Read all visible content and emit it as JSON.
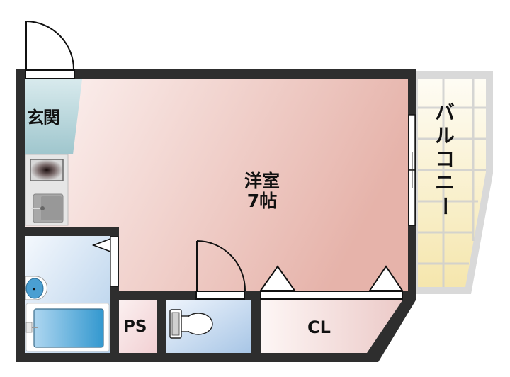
{
  "floorplan": {
    "rooms": {
      "entrance": {
        "label": "玄関"
      },
      "western_room": {
        "label_line1": "洋室",
        "label_line2": "7帖"
      },
      "balcony": {
        "label_chars": [
          "バ",
          "ル",
          "コ",
          "ニ",
          "ー"
        ]
      },
      "pipe_space": {
        "label": "PS"
      },
      "closet": {
        "label": "CL"
      },
      "toilet": {
        "label": ""
      },
      "bathroom": {
        "label": ""
      },
      "kitchen": {
        "label": ""
      }
    },
    "colors": {
      "wall": "#2e2e2e",
      "room_pink_light": "#fbeeee",
      "room_pink_dark": "#e8b8b0",
      "entrance_blue": "#a9d0d6",
      "wet_blue_light": "#eef4fb",
      "wet_blue_dark": "#a9c9e6",
      "tub_blue": "#3a9fd4",
      "balcony_cream": "#f7ecbe",
      "balcony_frame": "#d8d8d8",
      "kitchen_gray": "#e6e6e6"
    }
  }
}
